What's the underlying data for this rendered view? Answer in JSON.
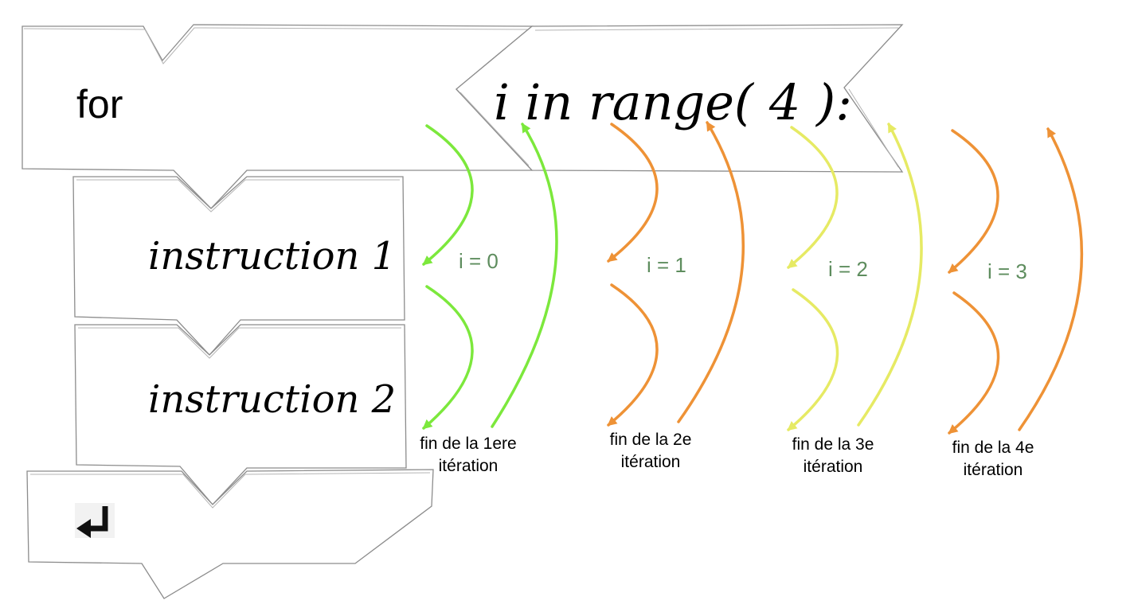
{
  "blocks": {
    "for_keyword": "for",
    "range_expression": "i in range( 4 ):",
    "instruction_1": "instruction 1",
    "instruction_2": "instruction 2",
    "return_icon": "return-arrow-icon"
  },
  "iterations": [
    {
      "label": "i = 0",
      "end_line1": "fin de la 1ere",
      "end_line2": "itération",
      "color": "#7ce83c"
    },
    {
      "label": "i = 1",
      "end_line1": "fin de la 2e",
      "end_line2": "itération",
      "color": "#ee9236"
    },
    {
      "label": "i = 2",
      "end_line1": "fin de la 3e",
      "end_line2": "itération",
      "color": "#e6ea64"
    },
    {
      "label": "i = 3",
      "end_line1": "fin de la 4e",
      "end_line2": "itération",
      "color": "#ee9236"
    }
  ],
  "colors": {
    "block_stroke": "#8c8c8c",
    "label_green": "#5e8d5e"
  }
}
